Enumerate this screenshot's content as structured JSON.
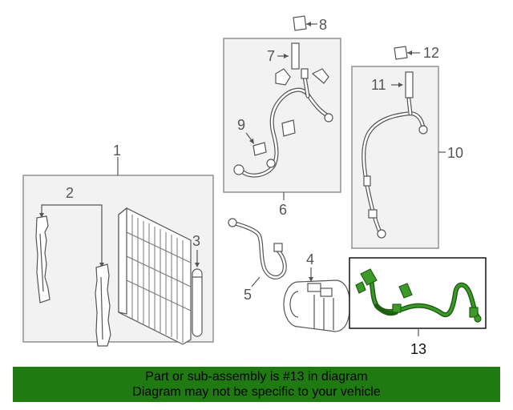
{
  "callouts": {
    "c1": "1",
    "c2": "2",
    "c3": "3",
    "c4": "4",
    "c5": "5",
    "c6": "6",
    "c7": "7",
    "c8": "8",
    "c9": "9",
    "c10": "10",
    "c11": "11",
    "c12": "12",
    "c13": "13"
  },
  "banner": {
    "line1": "Part or sub-assembly is #13 in diagram",
    "line2": "Diagram may not be specific to your vehicle"
  },
  "colors": {
    "banner_bg": "#1f7a12",
    "highlight_part": "#3e9a28"
  }
}
